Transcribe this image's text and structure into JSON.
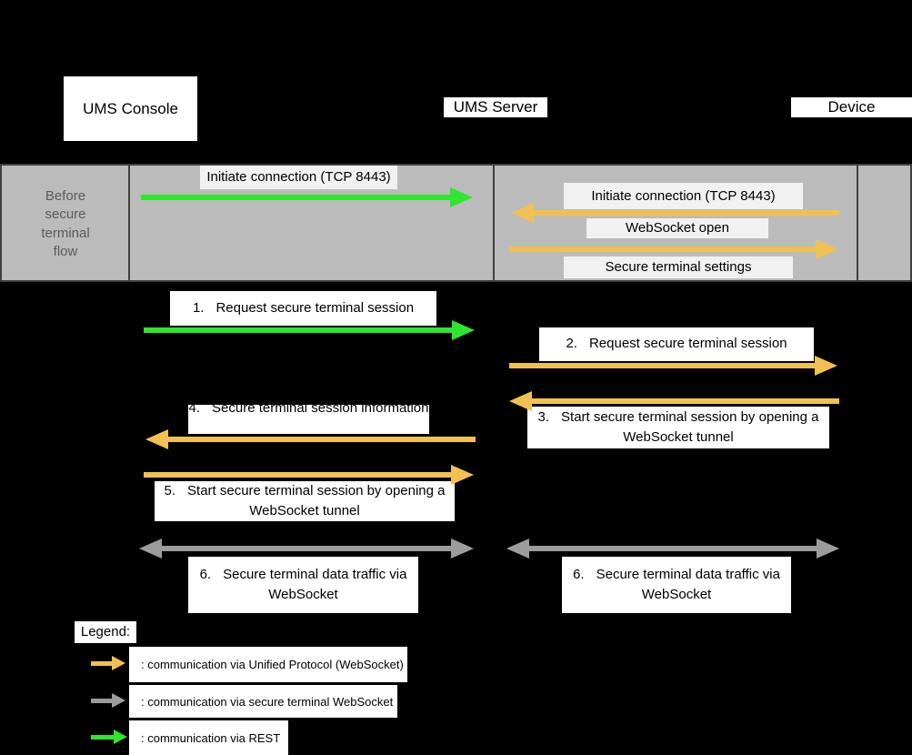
{
  "colors": {
    "background": "#000000",
    "box": "#ffffff",
    "band": "#bbbbbb",
    "band-box": "#f1f1f1",
    "band-text": "#5a5a5a",
    "border": "#3f3f3f",
    "green": "#2de62d",
    "orange": "#f0c152",
    "gray": "#9c9c9c"
  },
  "actors": {
    "console": "UMS Console",
    "server": "UMS Server",
    "device": "Device"
  },
  "band": {
    "label": "Before secure terminal flow",
    "messages": {
      "initiate_rest": "Initiate connection (TCP 8443)",
      "initiate_unified": "Initiate connection (TCP 8443)",
      "websocket_open": "WebSocket open",
      "secure_terminal_settings": "Secure terminal settings"
    }
  },
  "steps": [
    {
      "num": "1.",
      "label": "Request secure terminal session"
    },
    {
      "num": "2.",
      "label": "Request secure terminal session"
    },
    {
      "num": "3.",
      "label": "Start secure terminal session by opening a WebSocket tunnel"
    },
    {
      "num": "4.",
      "label": "Secure terminal session information"
    },
    {
      "num": "5.",
      "label": "Start secure terminal session by opening a WebSocket tunnel"
    },
    {
      "num": "6.",
      "label": "Secure terminal data traffic via WebSocket"
    }
  ],
  "legend": {
    "title": "Legend:",
    "items": [
      {
        "icon": "unified-protocol-arrow",
        "label": ": communication via Unified Protocol (WebSocket)"
      },
      {
        "icon": "secure-terminal-arrow",
        "label": ": communication via secure terminal WebSocket"
      },
      {
        "icon": "rest-arrow",
        "label": ": communication via REST"
      }
    ]
  }
}
